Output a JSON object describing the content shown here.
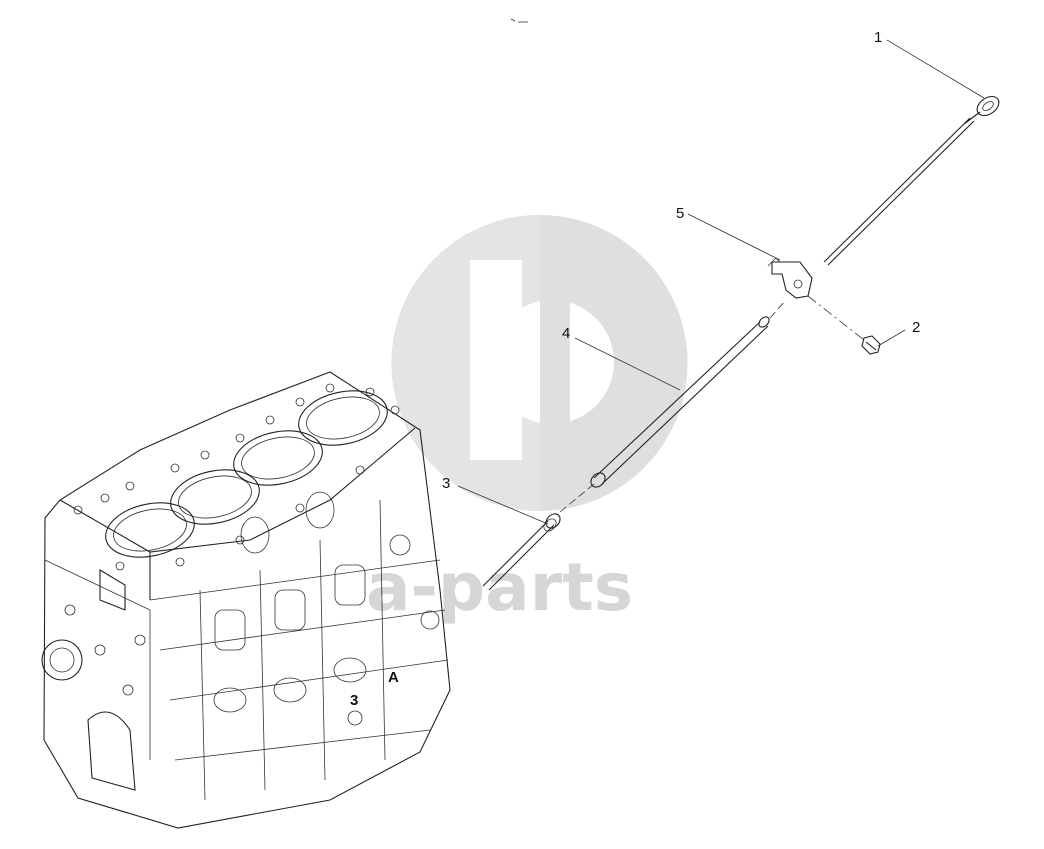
{
  "diagram": {
    "callouts": [
      {
        "id": "1",
        "text": "1"
      },
      {
        "id": "2",
        "text": "2"
      },
      {
        "id": "3",
        "text": "3"
      },
      {
        "id": "4",
        "text": "4"
      },
      {
        "id": "5",
        "text": "5"
      }
    ],
    "block_marks": {
      "cyl_mark": "3",
      "side_mark": "A"
    },
    "watermark": {
      "text": "a-parts",
      "color": "#d6d6d6"
    }
  }
}
